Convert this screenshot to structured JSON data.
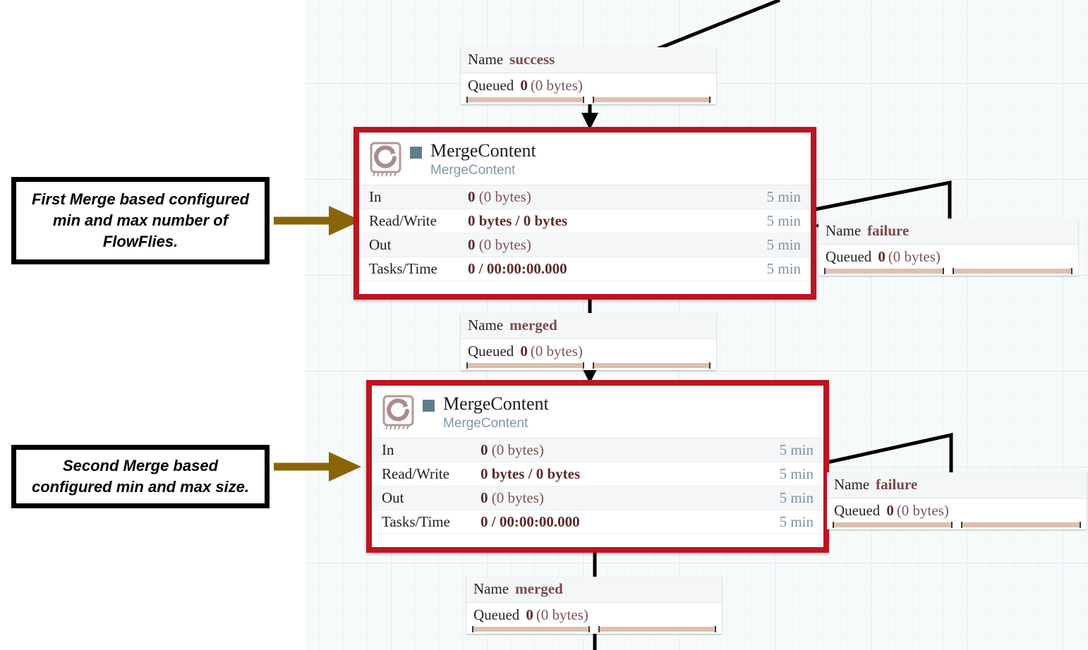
{
  "canvas": {
    "background_color": "#f7fafb",
    "grid_color": "#e3eaec"
  },
  "theme": {
    "highlight_border": "#bc1520",
    "annotation_arrow": "#8a6508",
    "status_indicator": "#5f7d8c",
    "value_color": "#5c2b2b",
    "time_color": "#7d93a3",
    "queue_bar": "#ddbfae"
  },
  "annotations": [
    {
      "id": "first-merge",
      "lines": [
        "First Merge based configured",
        "min and max number of",
        "FlowFlies."
      ]
    },
    {
      "id": "second-merge",
      "lines": [
        "Second Merge based",
        "configured min and max size."
      ]
    }
  ],
  "processors": [
    {
      "id": "merge-content-1",
      "name": "MergeContent",
      "type": "MergeContent",
      "icon": "processor-refresh-icon",
      "status": "stopped",
      "stats": [
        {
          "label": "In",
          "value": "0",
          "suffix": "(0 bytes)",
          "time": "5 min"
        },
        {
          "label": "Read/Write",
          "value": "0 bytes / 0 bytes",
          "suffix": "",
          "time": "5 min"
        },
        {
          "label": "Out",
          "value": "0",
          "suffix": "(0 bytes)",
          "time": "5 min"
        },
        {
          "label": "Tasks/Time",
          "value": "0 / 00:00:00.000",
          "suffix": "",
          "time": "5 min"
        }
      ]
    },
    {
      "id": "merge-content-2",
      "name": "MergeContent",
      "type": "MergeContent",
      "icon": "processor-refresh-icon",
      "status": "stopped",
      "stats": [
        {
          "label": "In",
          "value": "0",
          "suffix": "(0 bytes)",
          "time": "5 min"
        },
        {
          "label": "Read/Write",
          "value": "0 bytes / 0 bytes",
          "suffix": "",
          "time": "5 min"
        },
        {
          "label": "Out",
          "value": "0",
          "suffix": "(0 bytes)",
          "time": "5 min"
        },
        {
          "label": "Tasks/Time",
          "value": "0 / 00:00:00.000",
          "suffix": "",
          "time": "5 min"
        }
      ]
    }
  ],
  "connections": [
    {
      "id": "conn-success",
      "name_label": "Name",
      "name_value": "success",
      "queued_label": "Queued",
      "queued_count": "0",
      "queued_size": "(0 bytes)"
    },
    {
      "id": "conn-failure-1",
      "name_label": "Name",
      "name_value": "failure",
      "queued_label": "Queued",
      "queued_count": "0",
      "queued_size": "(0 bytes)"
    },
    {
      "id": "conn-merged-1",
      "name_label": "Name",
      "name_value": "merged",
      "queued_label": "Queued",
      "queued_count": "0",
      "queued_size": "(0 bytes)"
    },
    {
      "id": "conn-failure-2",
      "name_label": "Name",
      "name_value": "failure",
      "queued_label": "Queued",
      "queued_count": "0",
      "queued_size": "(0 bytes)"
    },
    {
      "id": "conn-merged-2",
      "name_label": "Name",
      "name_value": "merged",
      "queued_label": "Queued",
      "queued_count": "0",
      "queued_size": "(0 bytes)"
    }
  ]
}
